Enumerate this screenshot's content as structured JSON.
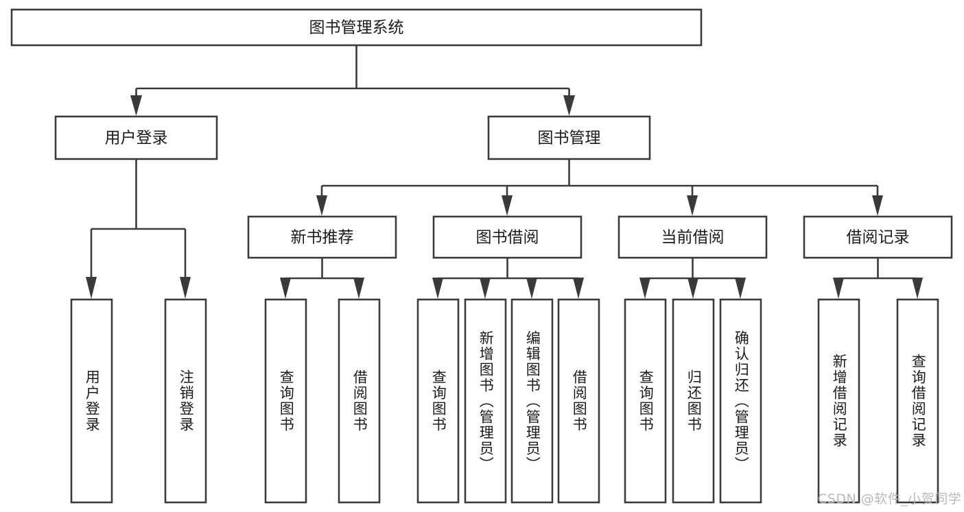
{
  "diagram": {
    "title": "图书管理系统",
    "type": "tree-hierarchy-diagram",
    "colors": {
      "stroke": "#3a3a3a",
      "box_fill": "#ffffff",
      "text": "#1a1a1a",
      "watermark": "#b9b9b9",
      "background": "#ffffff"
    },
    "root": {
      "label": "图书管理系统"
    },
    "level2": [
      {
        "label": "用户登录"
      },
      {
        "label": "图书管理"
      }
    ],
    "level3": [
      {
        "label": "新书推荐"
      },
      {
        "label": "图书借阅"
      },
      {
        "label": "当前借阅"
      },
      {
        "label": "借阅记录"
      }
    ],
    "leaves": {
      "user_login": [
        {
          "label": "用户登录"
        },
        {
          "label": "注销登录"
        }
      ],
      "new_book_recommend": [
        {
          "label": "查询图书"
        },
        {
          "label": "借阅图书"
        }
      ],
      "book_borrow": [
        {
          "label": "查询图书"
        },
        {
          "label": "新增图书（管理员）"
        },
        {
          "label": "编辑图书（管理员）"
        },
        {
          "label": "借阅图书"
        }
      ],
      "current_borrow": [
        {
          "label": "查询图书"
        },
        {
          "label": "归还图书"
        },
        {
          "label": "确认归还（管理员）"
        }
      ],
      "borrow_record": [
        {
          "label": "新增借阅记录"
        },
        {
          "label": "查询借阅记录"
        }
      ]
    }
  },
  "watermark": {
    "text": "CSDN @软件_小贺同学"
  }
}
